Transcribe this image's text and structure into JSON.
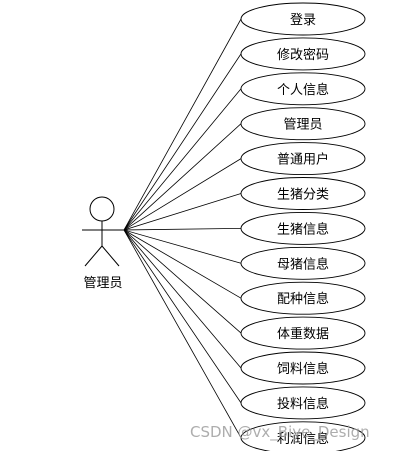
{
  "actor": {
    "label": "管理员"
  },
  "use_cases": [
    "登录",
    "修改密码",
    "个人信息",
    "管理员",
    "普通用户",
    "生猪分类",
    "生猪信息",
    "母猪信息",
    "配种信息",
    "体重数据",
    "饲料信息",
    "投料信息",
    "利润信息"
  ],
  "watermark": "CSDN @vx_Biye_Design"
}
